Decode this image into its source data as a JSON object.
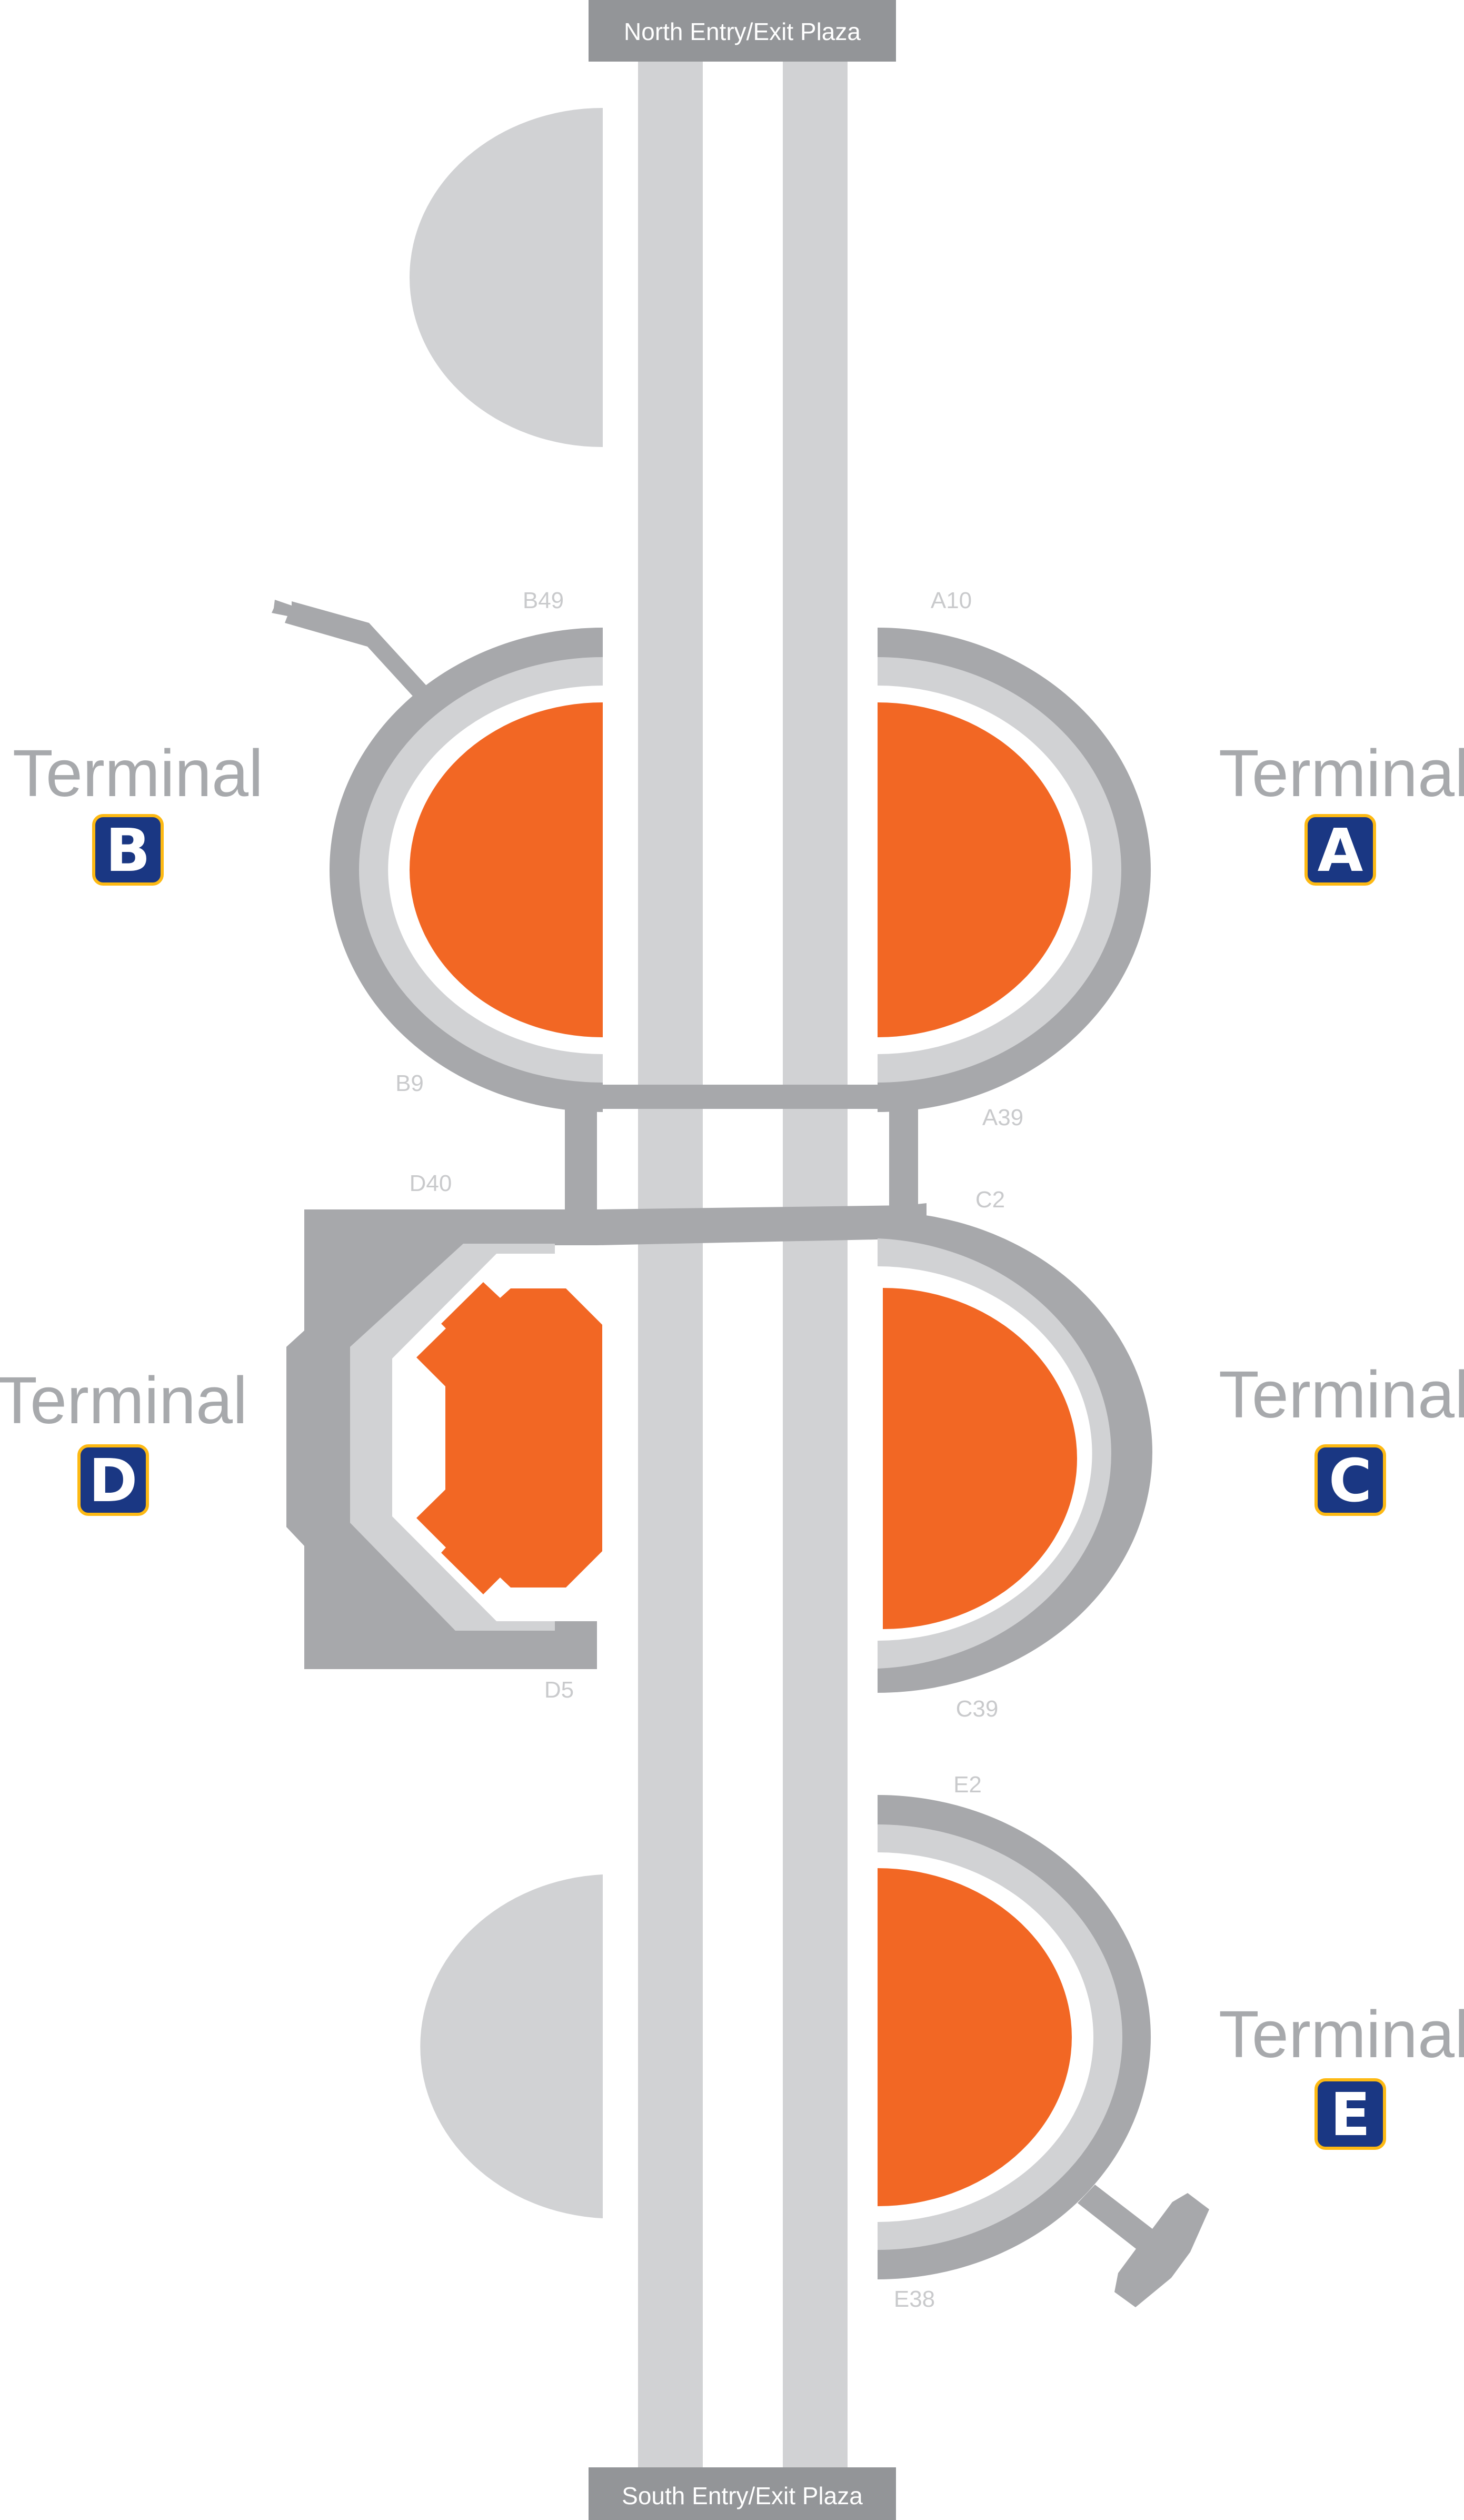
{
  "plazas": {
    "north": {
      "label": "North Entry/Exit Plaza"
    },
    "south": {
      "label": "South Entry/Exit Plaza"
    }
  },
  "terminals": {
    "A": {
      "word": "Terminal",
      "letter": "A",
      "gate_first": "A10",
      "gate_last": "A39"
    },
    "B": {
      "word": "Terminal",
      "letter": "B",
      "gate_first": "B49",
      "gate_last": "B9"
    },
    "C": {
      "word": "Terminal",
      "letter": "C",
      "gate_first": "C2",
      "gate_last": "C39"
    },
    "D": {
      "word": "Terminal",
      "letter": "D",
      "gate_first": "D40",
      "gate_last": "D5"
    },
    "E": {
      "word": "Terminal",
      "letter": "E",
      "gate_first": "E2",
      "gate_last": "E38"
    }
  },
  "colors": {
    "concourse": "#f26724",
    "terminal_ring": "#a7a8ab",
    "road": "#d1d2d4",
    "plaza": "#939598",
    "badge_fill": "#1a3783",
    "badge_border": "#fdb913",
    "terminal_text": "#a7a9ac",
    "gate_text": "#c9cacc"
  }
}
